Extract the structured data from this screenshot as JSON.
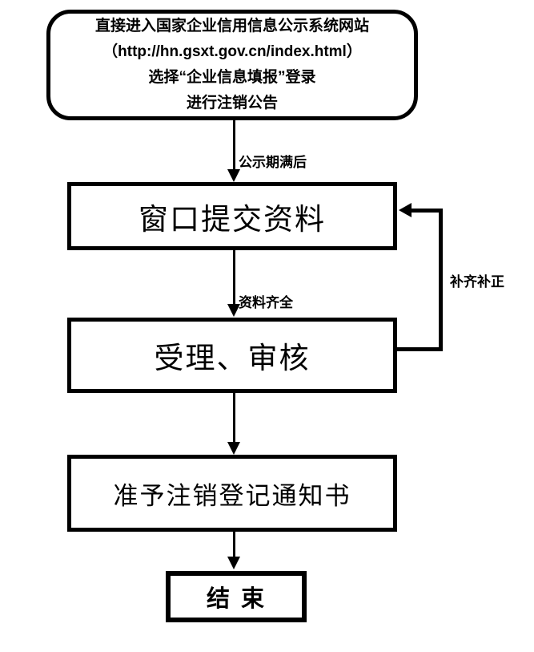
{
  "flowchart": {
    "start": {
      "lines": [
        "直接进入国家企业信用信息公示系统网站",
        "（http://hn.gsxt.gov.cn/index.html）",
        "选择“企业信息填报”登录",
        "进行注销公告"
      ]
    },
    "steps": [
      "窗口提交资料",
      "受理、审核",
      "准予注销登记通知书",
      "结 束"
    ],
    "edge_labels": {
      "after_publicity_period": "公示期满后",
      "materials_complete": "资料齐全",
      "supplement_and_correct": "补齐补正"
    },
    "colors": {
      "line": "#000000",
      "background": "#ffffff"
    }
  }
}
